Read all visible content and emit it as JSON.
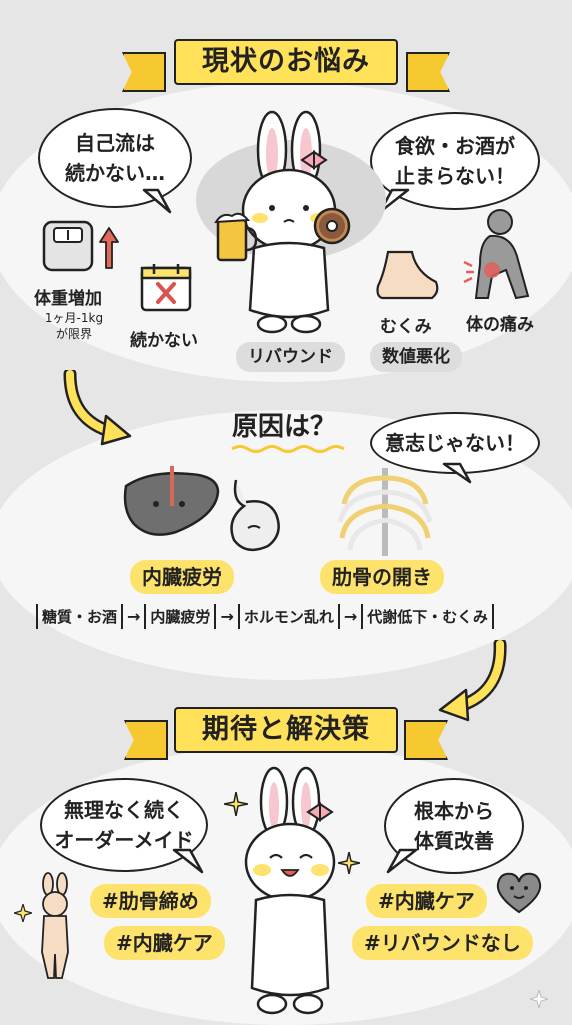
{
  "section1": {
    "title": "現状のお悩み",
    "bubble_left": "自己流は\n続かない…",
    "bubble_right": "食欲・お酒が\n止まらない！",
    "weight_label": "体重増加",
    "weight_note": "1ヶ月-1kg\nが限界",
    "calendar_label": "続かない",
    "rebound_label": "リバウンド",
    "swelling_label": "むくみ",
    "pain_label": "体の痛み",
    "numbers_label": "数値悪化"
  },
  "section2": {
    "title": "原因は？",
    "bubble": "意志じゃない！",
    "tag_left": "内臓疲労",
    "tag_right": "肋骨の開き",
    "flow": [
      "糖質・お酒",
      "内臓疲労",
      "ホルモン乱れ",
      "代謝低下・むくみ"
    ],
    "arrow": "→"
  },
  "section3": {
    "title": "期待と解決策",
    "bubble_left": "無理なく続く\nオーダーメイド",
    "bubble_right": "根本から\n体質改善",
    "hashtags": [
      "#肋骨締め",
      "#内臓ケア",
      "#内臓ケア",
      "#リバウンドなし"
    ]
  },
  "colors": {
    "accent": "#ffe15a",
    "ribbon_tail": "#f5c92f",
    "panel": "#f6f6f6",
    "background": "#e6e6e6"
  },
  "icons": [
    "scale-icon",
    "up-arrow-icon",
    "calendar-x-icon",
    "bunny-character",
    "beer-icon",
    "donut-icon",
    "foot-icon",
    "knee-pain-icon",
    "liver-icon",
    "stomach-icon",
    "ribcage-icon",
    "curved-arrow-icon",
    "sparkle-icon",
    "heart-face-icon",
    "small-bunny-icon"
  ]
}
